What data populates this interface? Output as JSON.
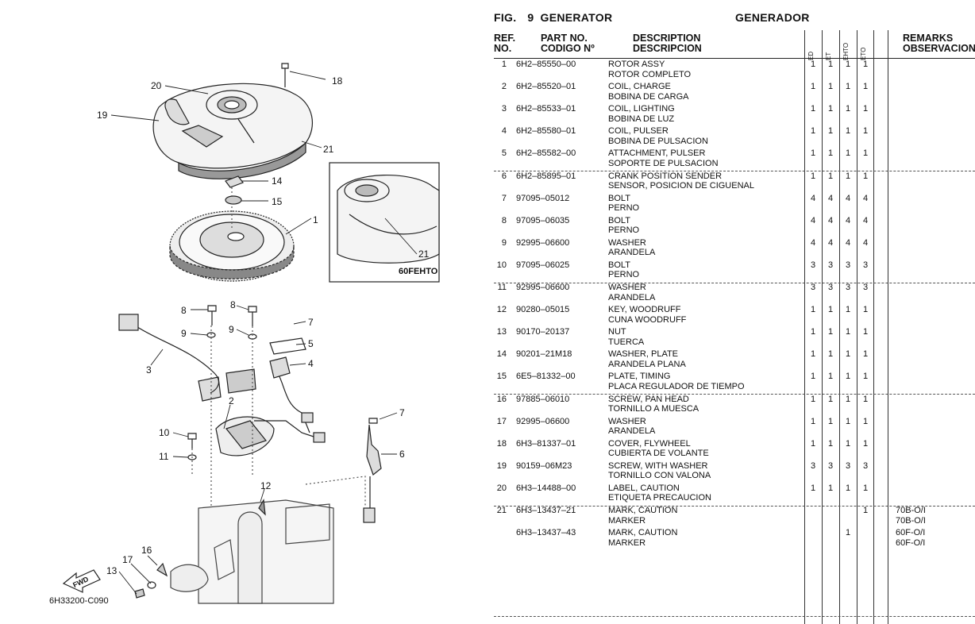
{
  "figure": {
    "prefix": "FIG.",
    "number": "9",
    "title_en": "GENERATOR",
    "title_es": "GENERADOR"
  },
  "headers": {
    "ref": "REF.",
    "no": "NO.",
    "part_no": "PART NO.",
    "codigo": "CODIGO Nº",
    "description": "DESCRIPTION",
    "descripcion": "DESCRIPCION",
    "models": [
      "ED",
      "ET",
      "EHTO",
      "ETO"
    ],
    "remarks": "REMARKS",
    "observacion": "OBSERVACION"
  },
  "diagram": {
    "code": "6H33200-C090",
    "inset_label": "60FEHTO",
    "fwd_label": "FWD",
    "callouts": [
      "1",
      "2",
      "3",
      "4",
      "5",
      "6",
      "7",
      "7",
      "8",
      "8",
      "9",
      "9",
      "10",
      "11",
      "12",
      "13",
      "14",
      "15",
      "16",
      "17",
      "18",
      "19",
      "20",
      "21",
      "21"
    ]
  },
  "rows": [
    {
      "ref": "1",
      "part": "6H2–85550–00",
      "en": "ROTOR ASSY",
      "es": "ROTOR COMPLETO",
      "q": [
        "1",
        "1",
        "1",
        "1"
      ],
      "remarks": []
    },
    {
      "ref": "2",
      "part": "6H2–85520–01",
      "en": "COIL, CHARGE",
      "es": "BOBINA  DE CARGA",
      "q": [
        "1",
        "1",
        "1",
        "1"
      ],
      "remarks": []
    },
    {
      "ref": "3",
      "part": "6H2–85533–01",
      "en": "COIL, LIGHTING",
      "es": "BOBINA DE LUZ",
      "q": [
        "1",
        "1",
        "1",
        "1"
      ],
      "remarks": []
    },
    {
      "ref": "4",
      "part": "6H2–85580–01",
      "en": "COIL, PULSER",
      "es": "BOBINA DE PULSACION",
      "q": [
        "1",
        "1",
        "1",
        "1"
      ],
      "remarks": []
    },
    {
      "ref": "5",
      "part": "6H2–85582–00",
      "en": "ATTACHMENT, PULSER",
      "es": "SOPORTE DE PULSACION",
      "q": [
        "1",
        "1",
        "1",
        "1"
      ],
      "remarks": []
    },
    {
      "ref": "6",
      "part": "6H2–85895–01",
      "en": "CRANK POSITION SENDER",
      "es": "SENSOR, POSICION DE CIGUENAL",
      "q": [
        "1",
        "1",
        "1",
        "1"
      ],
      "remarks": []
    },
    {
      "ref": "7",
      "part": "97095–05012",
      "en": "BOLT",
      "es": "PERNO",
      "q": [
        "4",
        "4",
        "4",
        "4"
      ],
      "remarks": []
    },
    {
      "ref": "8",
      "part": "97095–06035",
      "en": "BOLT",
      "es": "PERNO",
      "q": [
        "4",
        "4",
        "4",
        "4"
      ],
      "remarks": []
    },
    {
      "ref": "9",
      "part": "92995–06600",
      "en": "WASHER",
      "es": "ARANDELA",
      "q": [
        "4",
        "4",
        "4",
        "4"
      ],
      "remarks": []
    },
    {
      "ref": "10",
      "part": "97095–06025",
      "en": "BOLT",
      "es": "PERNO",
      "q": [
        "3",
        "3",
        "3",
        "3"
      ],
      "remarks": []
    },
    {
      "ref": "11",
      "part": "92995–06600",
      "en": "WASHER",
      "es": "ARANDELA",
      "q": [
        "3",
        "3",
        "3",
        "3"
      ],
      "remarks": []
    },
    {
      "ref": "12",
      "part": "90280–05015",
      "en": "KEY, WOODRUFF",
      "es": "CUNA WOODRUFF",
      "q": [
        "1",
        "1",
        "1",
        "1"
      ],
      "remarks": []
    },
    {
      "ref": "13",
      "part": "90170–20137",
      "en": "NUT",
      "es": "TUERCA",
      "q": [
        "1",
        "1",
        "1",
        "1"
      ],
      "remarks": []
    },
    {
      "ref": "14",
      "part": "90201–21M18",
      "en": "WASHER, PLATE",
      "es": "ARANDELA PLANA",
      "q": [
        "1",
        "1",
        "1",
        "1"
      ],
      "remarks": []
    },
    {
      "ref": "15",
      "part": "6E5–81332–00",
      "en": "PLATE, TIMING",
      "es": "PLACA REGULADOR DE TIEMPO",
      "q": [
        "1",
        "1",
        "1",
        "1"
      ],
      "remarks": []
    },
    {
      "ref": "16",
      "part": "97885–06010",
      "en": "SCREW, PAN HEAD",
      "es": "TORNILLO A MUESCA",
      "q": [
        "1",
        "1",
        "1",
        "1"
      ],
      "remarks": []
    },
    {
      "ref": "17",
      "part": "92995–06600",
      "en": "WASHER",
      "es": "ARANDELA",
      "q": [
        "1",
        "1",
        "1",
        "1"
      ],
      "remarks": []
    },
    {
      "ref": "18",
      "part": "6H3–81337–01",
      "en": "COVER, FLYWHEEL",
      "es": "CUBIERTA DE VOLANTE",
      "q": [
        "1",
        "1",
        "1",
        "1"
      ],
      "remarks": []
    },
    {
      "ref": "19",
      "part": "90159–06M23",
      "en": "SCREW, WITH WASHER",
      "es": "TORNILLO  CON VALONA",
      "q": [
        "3",
        "3",
        "3",
        "3"
      ],
      "remarks": []
    },
    {
      "ref": "20",
      "part": "6H3–14488–00",
      "en": "LABEL, CAUTION",
      "es": "ETIQUETA  PRECAUCION",
      "q": [
        "1",
        "1",
        "1",
        "1"
      ],
      "remarks": []
    },
    {
      "ref": "21",
      "part": "6H3–13437–21",
      "en": "MARK, CAUTION",
      "es": "MARKER",
      "q": [
        "",
        "",
        "",
        "1"
      ],
      "remarks": [
        "70B-O/I",
        "70B-O/I"
      ]
    },
    {
      "ref": "",
      "part": "6H3–13437–43",
      "en": "MARK, CAUTION",
      "es": "MARKER",
      "q": [
        "",
        "",
        "1",
        ""
      ],
      "remarks": [
        "60F-O/I",
        "60F-O/I"
      ]
    }
  ]
}
